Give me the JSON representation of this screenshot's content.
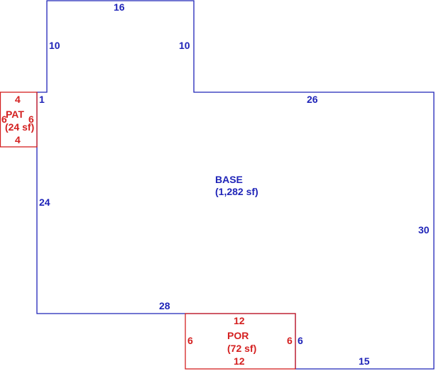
{
  "colors": {
    "base_outline": "#1f24b8",
    "addition_outline": "#d42020"
  },
  "areas": {
    "base": {
      "name": "BASE",
      "size": "(1,282 sf)",
      "sides": {
        "top": "16",
        "upper_left": "10",
        "upper_inner": "10",
        "step_right": "26",
        "step_left": "1",
        "left": "24",
        "right": "30",
        "bottom_left": "28",
        "bottom_por_side": "6",
        "bottom_right": "15"
      }
    },
    "patio": {
      "name": "PAT",
      "size": "(24 sf)",
      "sides": {
        "top": "4",
        "bottom": "4",
        "left": "6",
        "right": "6"
      }
    },
    "porch": {
      "name": "POR",
      "size": "(72 sf)",
      "sides": {
        "top": "12",
        "bottom": "12",
        "left": "6",
        "right": "6"
      }
    }
  }
}
